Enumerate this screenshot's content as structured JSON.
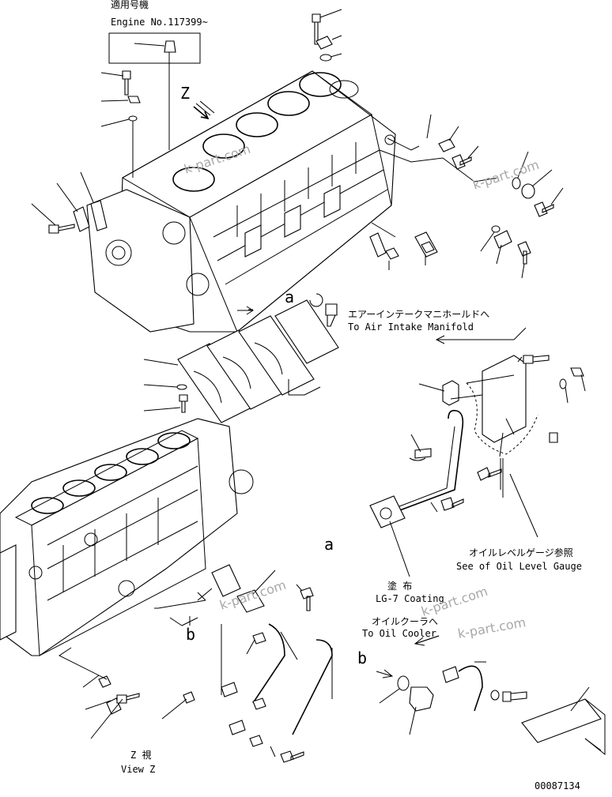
{
  "serial": {
    "title_jp": "適用号機",
    "engine_no": "Engine No.117399~"
  },
  "labels": {
    "air_intake_jp": "エアーインテークマニホールドへ",
    "air_intake_en": "To Air Intake Manifold",
    "oil_level_jp": "オイルレベルゲージ参照",
    "oil_level_en": "See of Oil Level Gauge",
    "coating_jp": "塗 布",
    "coating_en": "LG-7 Coating",
    "oil_cooler_jp": "オイルクーラへ",
    "oil_cooler_en": "To Oil Cooler",
    "view_jp": "Z  視",
    "view_en": "View Z"
  },
  "markers": {
    "z": "Z",
    "a1": "a",
    "a2": "a",
    "b1": "b",
    "b2": "b"
  },
  "watermarks": [
    "k-part.com",
    "k-part.com",
    "k-part.com",
    "k-part.com",
    "k-part.com"
  ],
  "drawing_number": "00087134"
}
